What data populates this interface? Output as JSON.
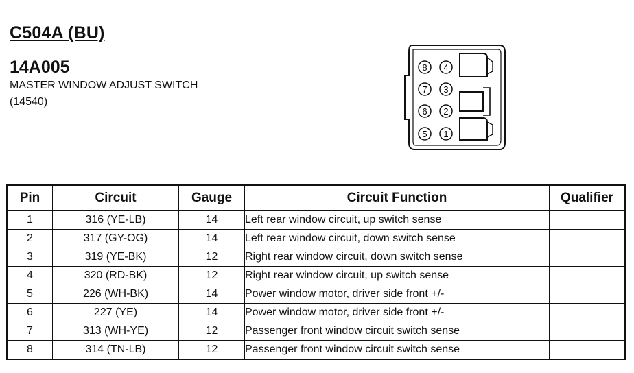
{
  "header": {
    "connector_id": "C504A (BU)",
    "part_number": "14A005",
    "description": "MASTER WINDOW ADJUST SWITCH",
    "component_number": "(14540)"
  },
  "connector_face": {
    "pin_labels": [
      "8",
      "4",
      "7",
      "3",
      "6",
      "2",
      "5",
      "1"
    ]
  },
  "table": {
    "headers": {
      "pin": "Pin",
      "circuit": "Circuit",
      "gauge": "Gauge",
      "function": "Circuit Function",
      "qualifier": "Qualifier"
    },
    "rows": [
      {
        "pin": "1",
        "circuit": "316 (YE-LB)",
        "gauge": "14",
        "function": "Left rear window circuit, up switch sense",
        "qualifier": ""
      },
      {
        "pin": "2",
        "circuit": "317 (GY-OG)",
        "gauge": "14",
        "function": "Left rear window circuit, down switch sense",
        "qualifier": ""
      },
      {
        "pin": "3",
        "circuit": "319 (YE-BK)",
        "gauge": "12",
        "function": "Right rear window circuit, down switch sense",
        "qualifier": ""
      },
      {
        "pin": "4",
        "circuit": "320 (RD-BK)",
        "gauge": "12",
        "function": "Right rear window circuit, up switch sense",
        "qualifier": ""
      },
      {
        "pin": "5",
        "circuit": "226 (WH-BK)",
        "gauge": "14",
        "function": "Power window motor, driver side front +/-",
        "qualifier": ""
      },
      {
        "pin": "6",
        "circuit": "227 (YE)",
        "gauge": "14",
        "function": "Power window motor, driver side front +/-",
        "qualifier": ""
      },
      {
        "pin": "7",
        "circuit": "313 (WH-YE)",
        "gauge": "12",
        "function": "Passenger front window circuit switch sense",
        "qualifier": ""
      },
      {
        "pin": "8",
        "circuit": "314 (TN-LB)",
        "gauge": "12",
        "function": "Passenger front window circuit switch sense",
        "qualifier": ""
      }
    ]
  }
}
